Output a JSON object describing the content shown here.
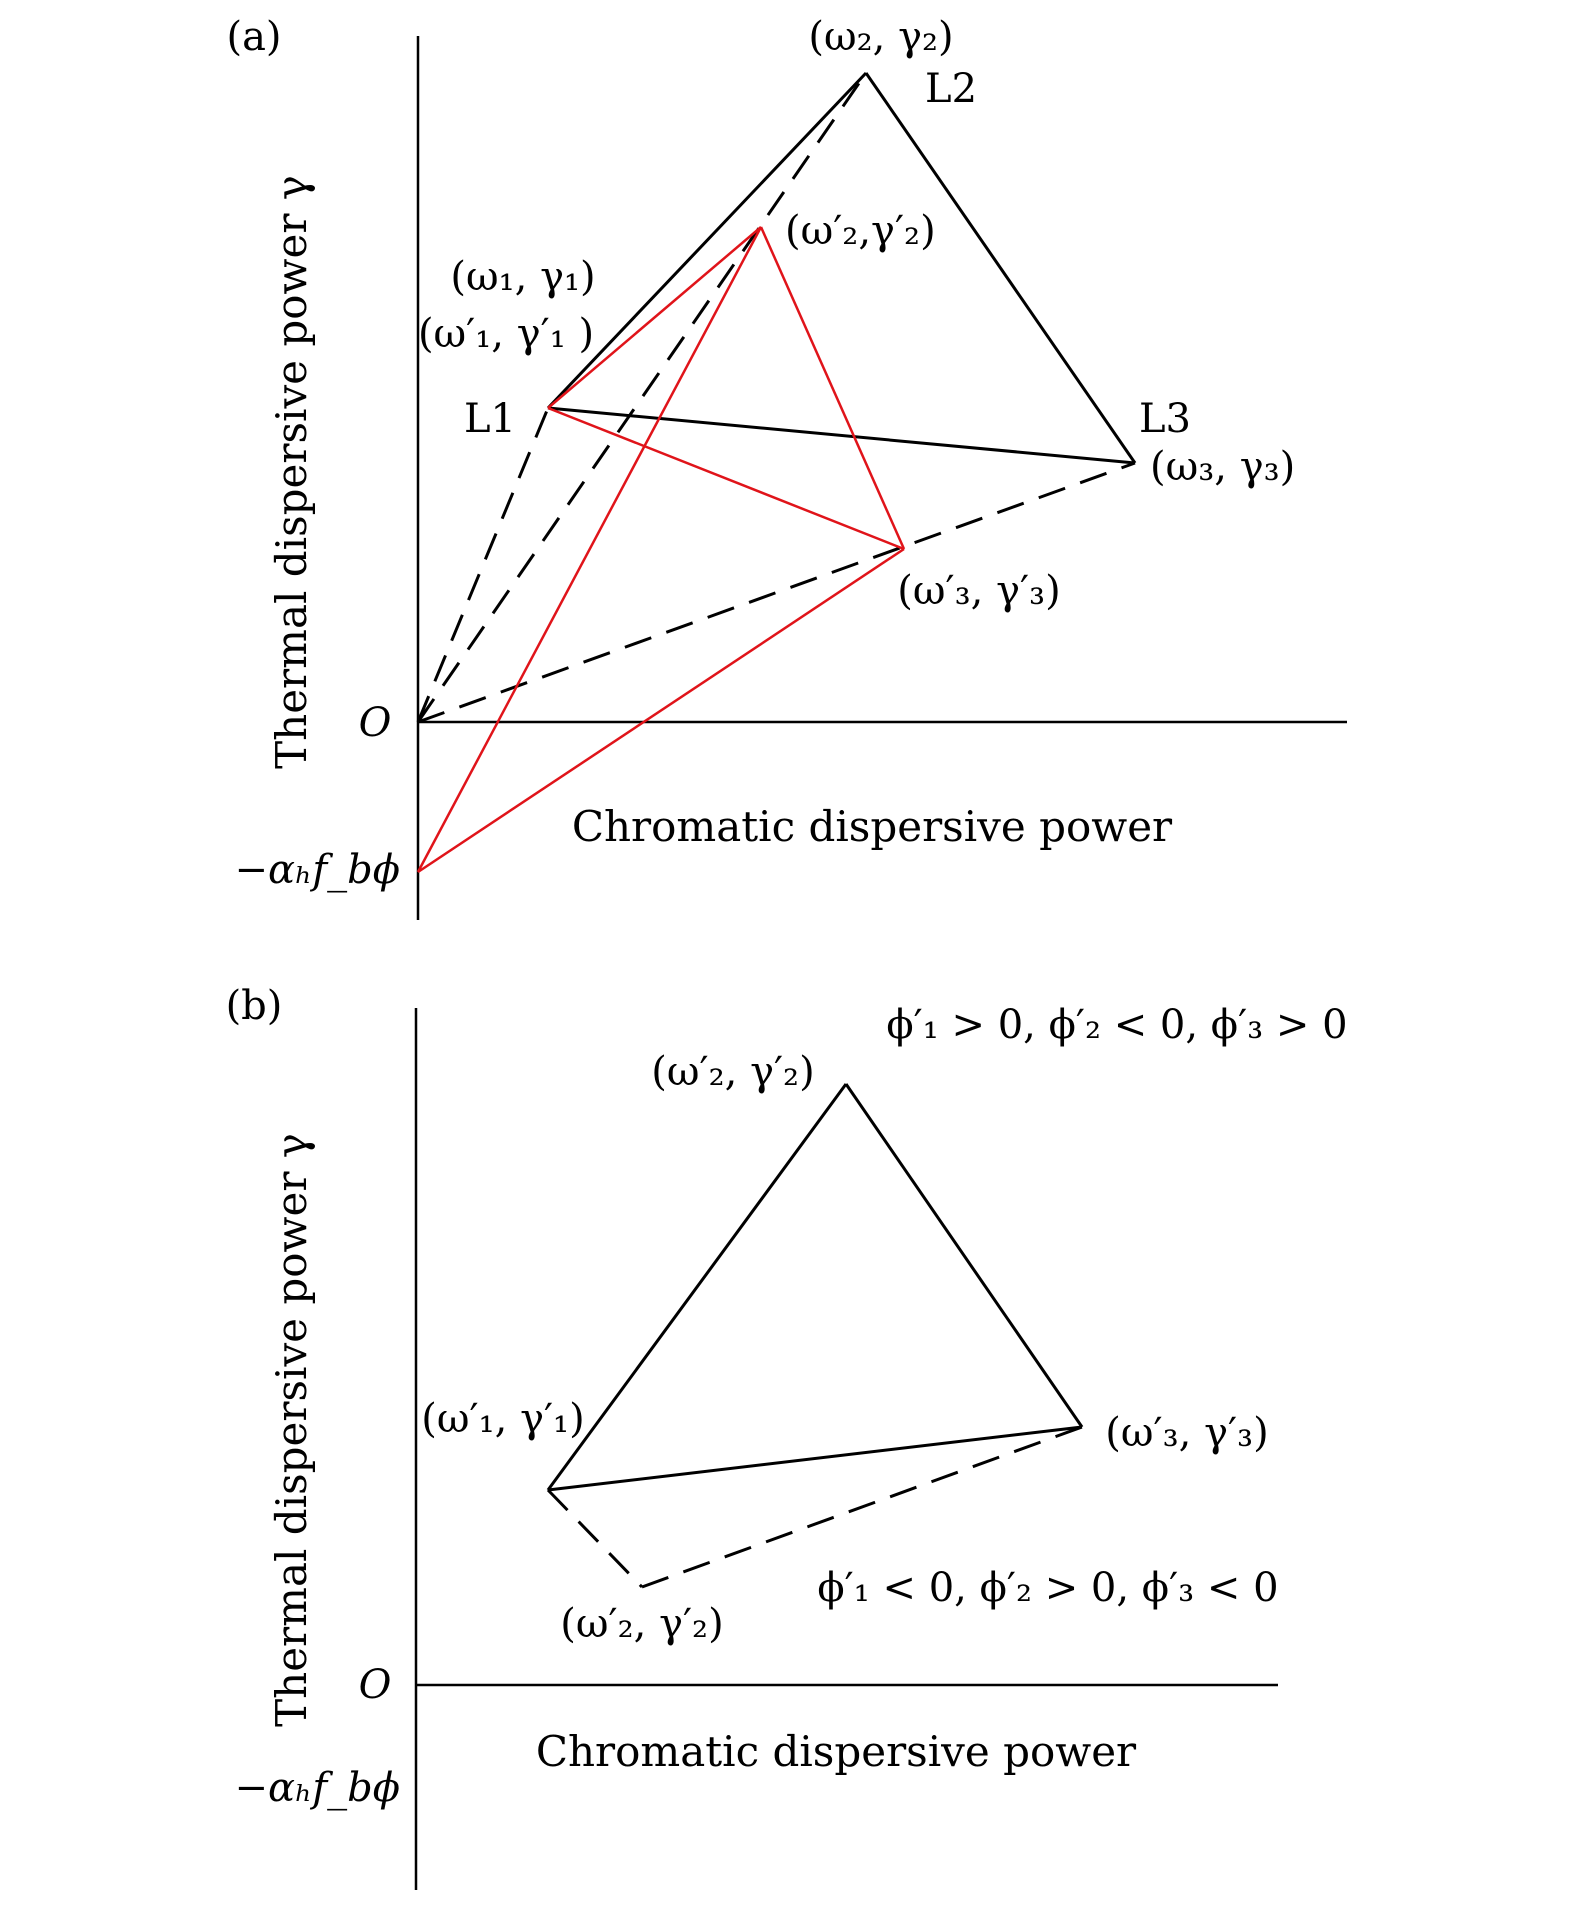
{
  "panel_a": {
    "tag": "(a)",
    "y_axis_label": "Thermal dispersive power γ",
    "x_axis_label": "Chromatic dispersive power",
    "origin_label": "O",
    "neg_label": "−αₕf_bϕ",
    "labels": {
      "w2g2": "(ω₂, γ₂)",
      "L2": "L2",
      "w2pg2p": "(ω′₂,γ′₂)",
      "w1g1": "(ω₁, γ₁)",
      "w1pg1p": "(ω′₁, γ′₁ )",
      "L1": "L1",
      "L3": "L3",
      "w3g3": "(ω₃, γ₃)",
      "w3pg3p": "(ω′₃, γ′₃)"
    },
    "colors": {
      "black": "#000000",
      "red": "#e0141a"
    }
  },
  "panel_b": {
    "tag": "(b)",
    "y_axis_label": "Thermal dispersive power γ",
    "x_axis_label": "Chromatic dispersive power",
    "origin_label": "O",
    "neg_label": "−αₕf_bϕ",
    "labels": {
      "cond_pos": "ϕ′₁ > 0,  ϕ′₂ < 0,  ϕ′₃ > 0",
      "cond_neg": "ϕ′₁ < 0,  ϕ′₂ > 0,  ϕ′₃ < 0",
      "w2pg2p_top": "(ω′₂, γ′₂)",
      "w1pg1p": "(ω′₁, γ′₁)",
      "w3pg3p": "(ω′₃, γ′₃)",
      "w2pg2p_bottom": "(ω′₂, γ′₂)"
    }
  }
}
